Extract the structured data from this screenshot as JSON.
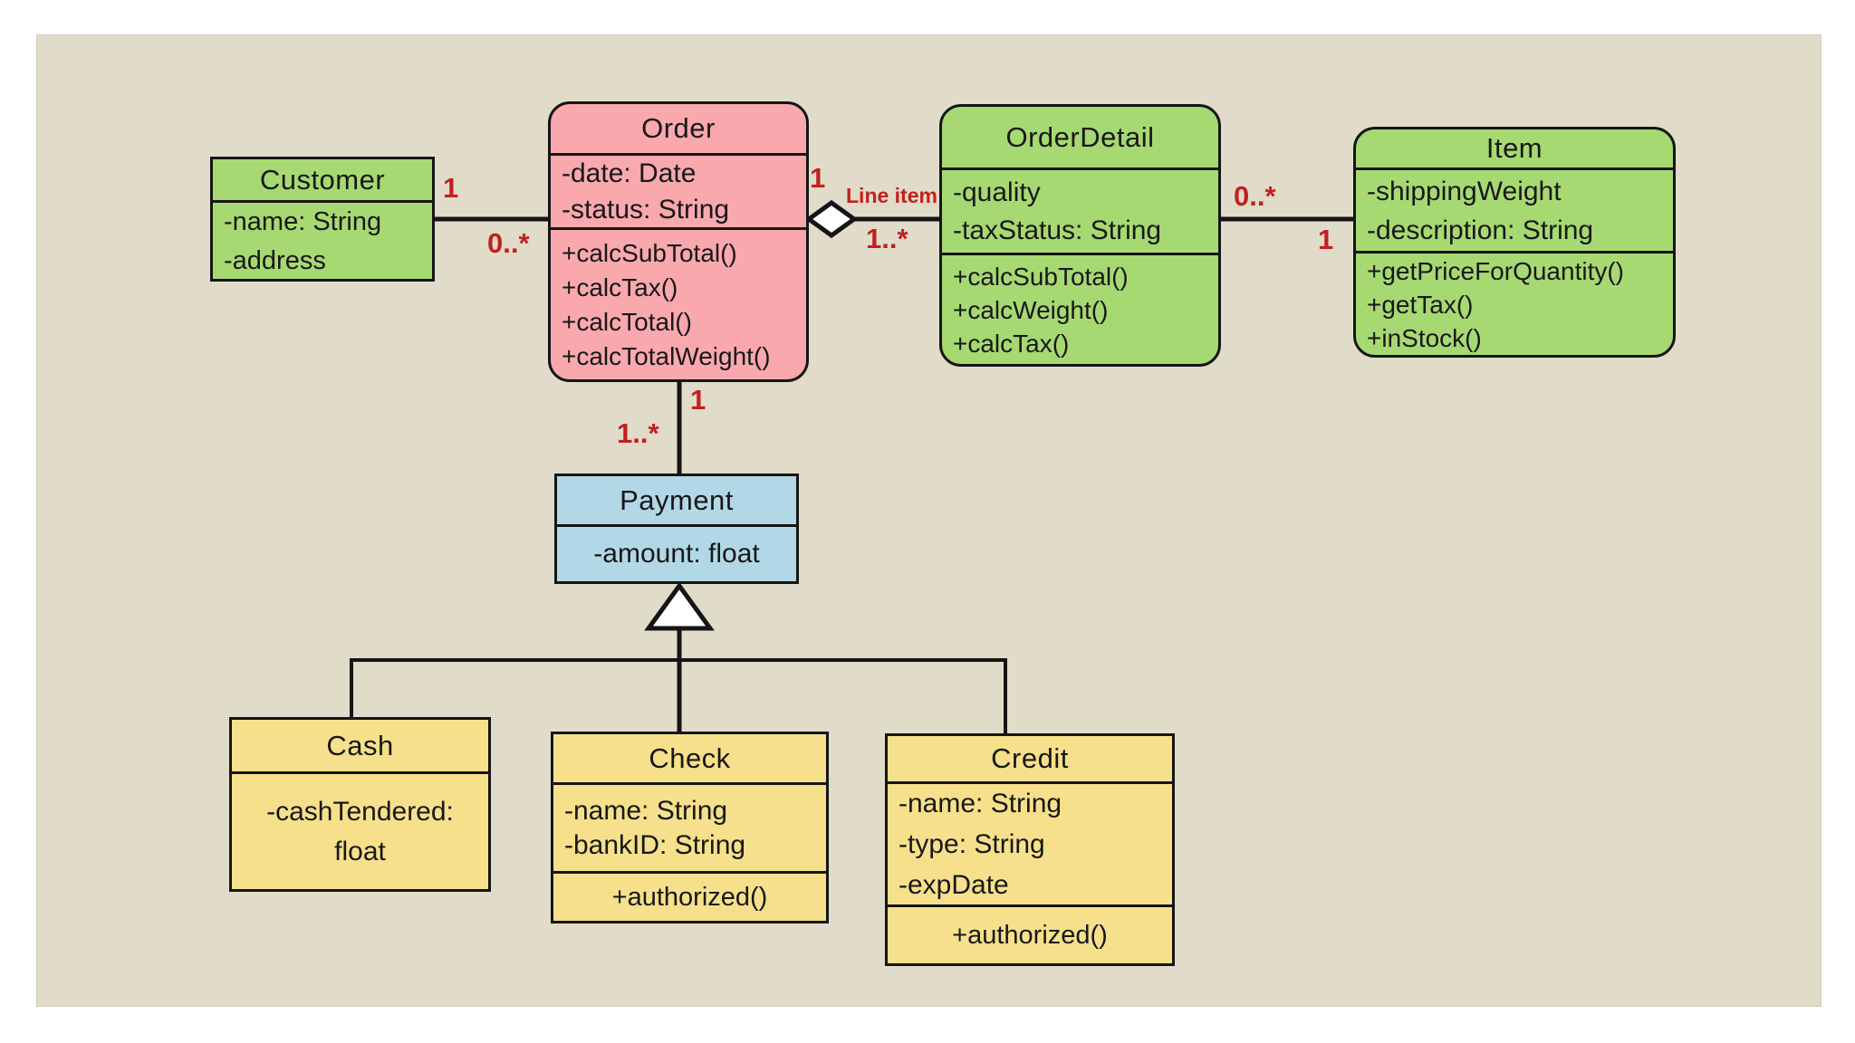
{
  "diagram_type": "UML class diagram",
  "colors": {
    "panel_background": "#e0dcc9",
    "class_green": "#a7d973",
    "class_pink": "#f9a8ae",
    "class_blue": "#b2d8e8",
    "class_yellow": "#f6e08b",
    "border_black": "#151515",
    "multiplicity_red": "#c22020"
  },
  "classes": {
    "customer": {
      "name": "Customer",
      "attributes": [
        "-name: String",
        "-address"
      ],
      "methods": []
    },
    "order": {
      "name": "Order",
      "attributes": [
        "-date: Date",
        "-status: String"
      ],
      "methods": [
        "+calcSubTotal()",
        "+calcTax()",
        "+calcTotal()",
        "+calcTotalWeight()"
      ]
    },
    "order_detail": {
      "name": "OrderDetail",
      "attributes": [
        "-quality",
        "-taxStatus: String"
      ],
      "methods": [
        "+calcSubTotal()",
        "+calcWeight()",
        "+calcTax()"
      ]
    },
    "item": {
      "name": "Item",
      "attributes": [
        "-shippingWeight",
        "-description: String"
      ],
      "methods": [
        "+getPriceForQuantity()",
        "+getTax()",
        "+inStock()"
      ]
    },
    "payment": {
      "name": "Payment",
      "attributes": [
        "-amount: float"
      ],
      "methods": []
    },
    "cash": {
      "name": "Cash",
      "attributes": [
        "-cashTendered: float"
      ],
      "methods": []
    },
    "check": {
      "name": "Check",
      "attributes": [
        "-name: String",
        "-bankID: String"
      ],
      "methods": [
        "+authorized()"
      ]
    },
    "credit": {
      "name": "Credit",
      "attributes": [
        "-name: String",
        "-type: String",
        "-expDate"
      ],
      "methods": [
        "+authorized()"
      ]
    }
  },
  "relationships": {
    "customer_order": {
      "customer_end": "1",
      "order_end": "0..*"
    },
    "order_orderdetail": {
      "order_end": "1",
      "label": "Line item",
      "orderdetail_end": "1..*",
      "marker": "open-aggregation-diamond"
    },
    "orderdetail_item": {
      "orderdetail_end": "0..*",
      "item_end": "1"
    },
    "order_payment": {
      "order_end": "1",
      "payment_end": "1..*"
    },
    "payment_inheritance": {
      "parent": "Payment",
      "children": [
        "Cash",
        "Check",
        "Credit"
      ],
      "marker": "hollow-triangle"
    }
  }
}
